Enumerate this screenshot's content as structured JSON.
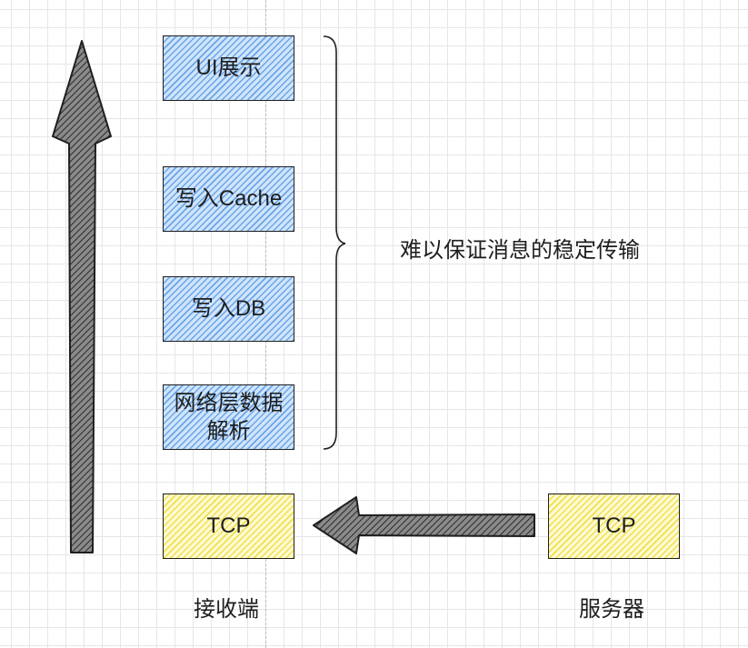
{
  "layers": [
    {
      "label": "UI展示"
    },
    {
      "label": "写入Cache"
    },
    {
      "label": "写入DB"
    },
    {
      "label": "网络层数据解析"
    }
  ],
  "client_tcp": "TCP",
  "server_tcp": "TCP",
  "note": "难以保证消息的稳定传输",
  "client_label": "接收端",
  "server_label": "服务器",
  "colors": {
    "layer_fill": "#4a90e2",
    "tcp_fill": "#eedc3c",
    "arrow_fill": "#555555"
  }
}
